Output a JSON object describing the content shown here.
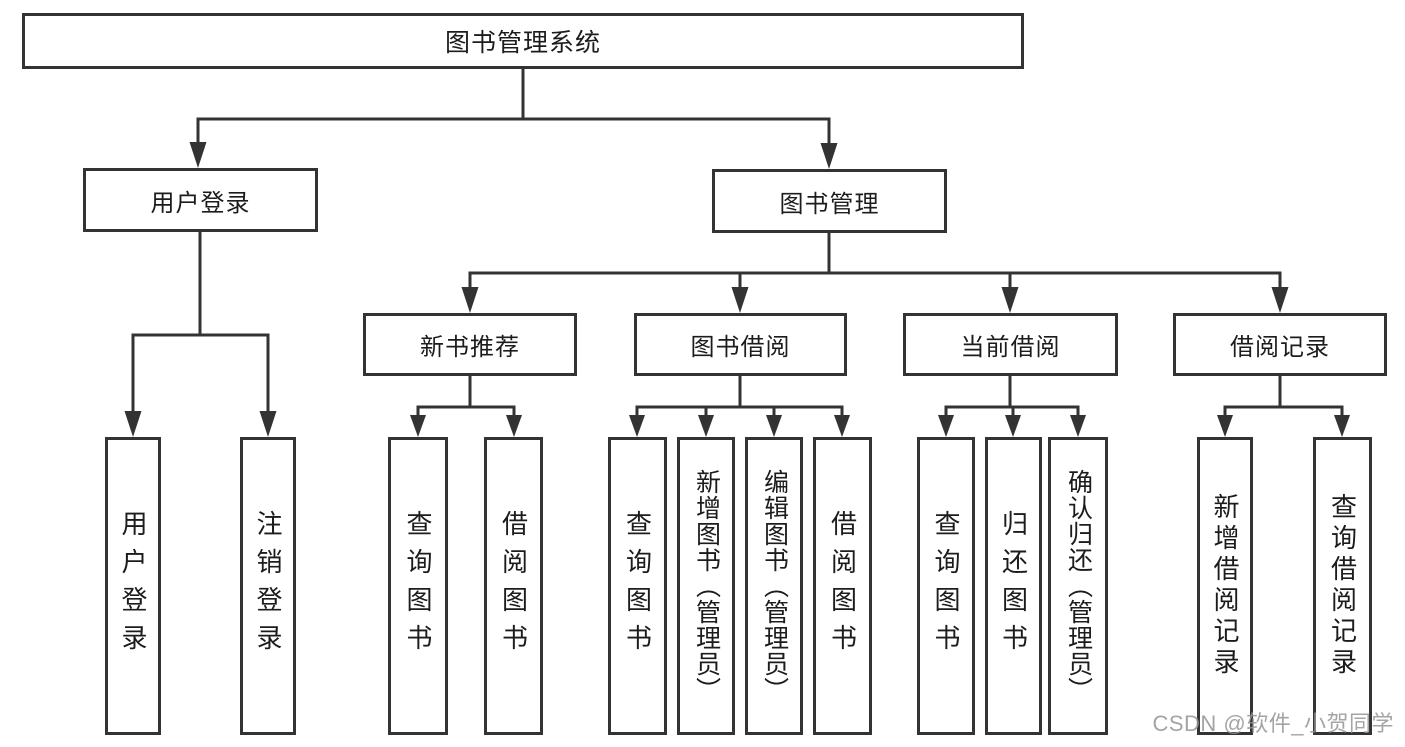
{
  "nodes": {
    "root": "图书管理系统",
    "level2": [
      "用户登录",
      "图书管理"
    ],
    "level3": [
      "新书推荐",
      "图书借阅",
      "当前借阅",
      "借阅记录"
    ],
    "login_children": [
      "用户登录",
      "注销登录"
    ],
    "recommend_children": [
      "查询图书",
      "借阅图书"
    ],
    "borrow_children": [
      "查询图书",
      "新增图书（管理员）",
      "编辑图书（管理员）",
      "借阅图书"
    ],
    "current_children": [
      "查询图书",
      "归还图书",
      "确认归还（管理员）"
    ],
    "records_children": [
      "新增借阅记录",
      "查询借阅记录"
    ]
  },
  "watermark": "CSDN @软件_小贺同学",
  "colors": {
    "line": "#333333",
    "box_border": "#333333",
    "box_background": "#ffffff",
    "text": "#1c1c1c",
    "watermark": "#949494"
  }
}
